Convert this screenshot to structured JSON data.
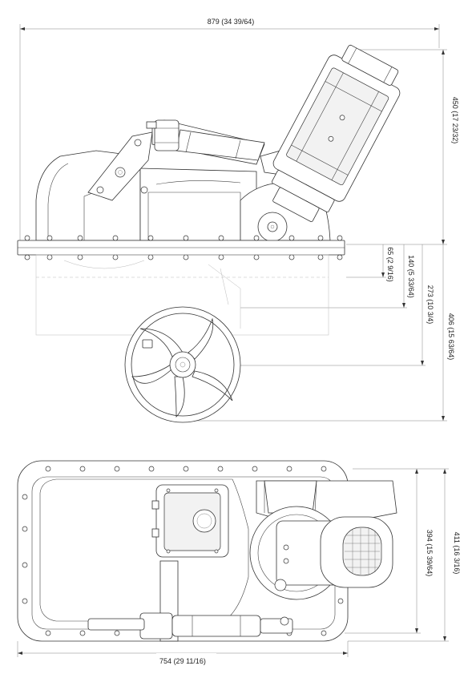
{
  "dimensions": {
    "top_overall_width": "879 (34 39/64)",
    "right_total_height": "450 (17 23/32)",
    "flange_depth": "65 (2 9/16)",
    "tunnel_center": "140 (5 33/64)",
    "tunnel_bottom": "273 (10 3/4)",
    "prop_bottom": "406 (15 63/64)",
    "bottom_overall_width": "754 (29 11/16)",
    "bottom_inner_height": "394 (15 39/64)",
    "bottom_outer_height": "411 (16 3/16)"
  },
  "colors": {
    "line": "#333333",
    "dim_line": "#555555",
    "background": "#ffffff"
  }
}
